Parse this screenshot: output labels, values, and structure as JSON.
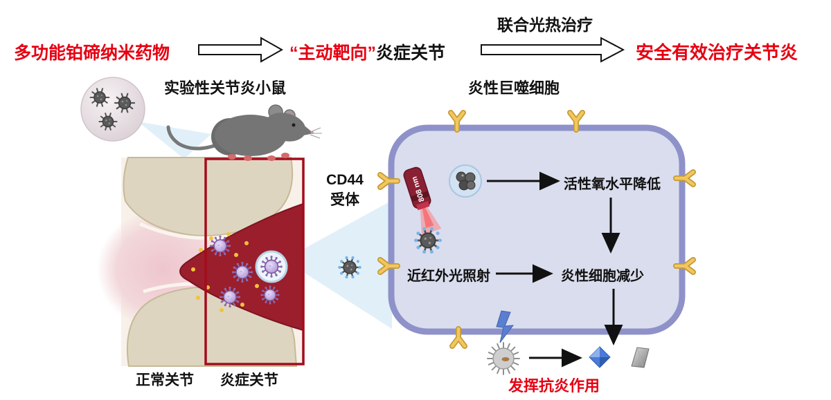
{
  "header": {
    "step1": "多功能铂碲纳米药物",
    "step2_highlight": "“主动靶向”",
    "step2_rest": "炎症关节",
    "arrow2_label": "联合光热治疗",
    "step3": "安全有效治疗关节炎"
  },
  "left_panel": {
    "mouse_label": "实验性关节炎小鼠",
    "normal_joint": "正常关节",
    "inflamed_joint": "炎症关节"
  },
  "cell_panel": {
    "title": "炎性巨噬细胞",
    "receptor_line1": "CD44",
    "receptor_line2": "受体",
    "laser_label": "808 nm",
    "ros_result": "活性氧水平降低",
    "nir_label": "近红外光照射",
    "cell_result": "炎性细胞减少",
    "conclusion": "发挥抗炎作用"
  },
  "colors": {
    "accent_red": "#e60012",
    "cell_fill": "#dadded",
    "cell_border": "#8f92c9",
    "receptor_gold": "#f1c75f",
    "inflamed_red": "#9b1e2c",
    "highlight_box_red": "#a30d1c"
  }
}
